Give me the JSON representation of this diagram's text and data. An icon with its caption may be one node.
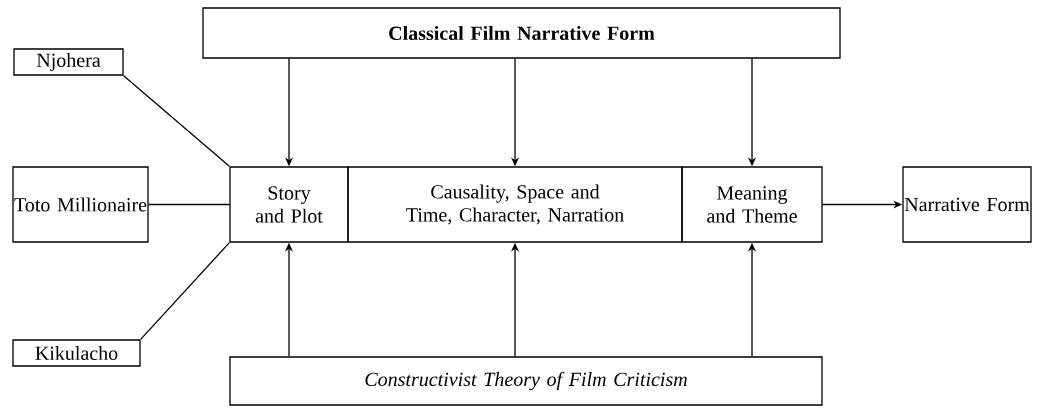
{
  "diagram": {
    "nodes": [
      {
        "text": [
          "Classical Film Narrative Form"
        ]
      },
      {
        "text": [
          "Njohera"
        ]
      },
      {
        "text": [
          "Toto Millionaire"
        ]
      },
      {
        "text": [
          "Kikulacho"
        ]
      },
      {
        "text": [
          "Story and Plot"
        ]
      },
      {
        "text": [
          "Causality, Space and Time, Character, Narration"
        ]
      },
      {
        "text": [
          "Meaning and Theme"
        ]
      },
      {
        "text": [
          "Narrative Form"
        ]
      },
      {
        "text": [
          "Constructivist Theory of Film Criticism"
        ]
      }
    ],
    "edges": [
      {
        "from": 0,
        "to": 4,
        "arrow": "to"
      },
      {
        "from": 0,
        "to": 5,
        "arrow": "to"
      },
      {
        "from": 0,
        "to": 6,
        "arrow": "to"
      },
      {
        "from": 1,
        "to": 4,
        "arrow": "none"
      },
      {
        "from": 2,
        "to": 4,
        "arrow": "none"
      },
      {
        "from": 3,
        "to": 4,
        "arrow": "none"
      },
      {
        "from": 8,
        "to": 4,
        "arrow": "to"
      },
      {
        "from": 8,
        "to": 5,
        "arrow": "to"
      },
      {
        "from": 8,
        "to": 6,
        "arrow": "to"
      },
      {
        "from": 6,
        "to": 7,
        "arrow": "to"
      }
    ]
  }
}
